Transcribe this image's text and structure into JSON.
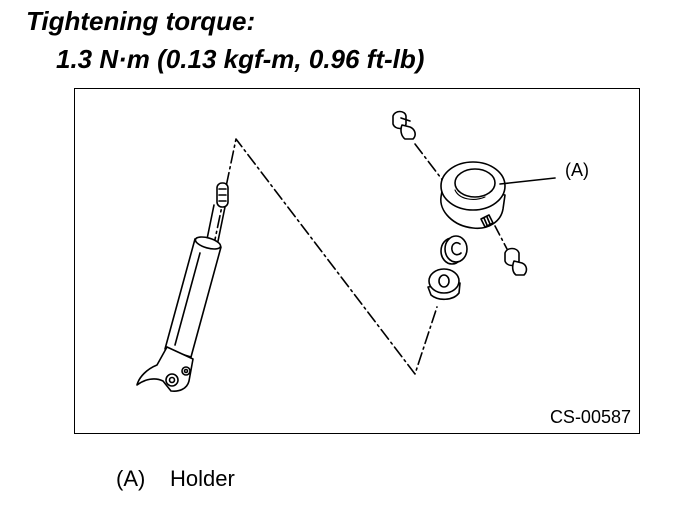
{
  "spec": {
    "title": "Tightening torque:",
    "value": "1.3 N·m (0.13 kgf-m, 0.96 ft-lb)"
  },
  "figure": {
    "code": "CS-00587",
    "callout": "(A)"
  },
  "legend": {
    "items": [
      {
        "key": "(A)",
        "label": "Holder"
      }
    ]
  }
}
